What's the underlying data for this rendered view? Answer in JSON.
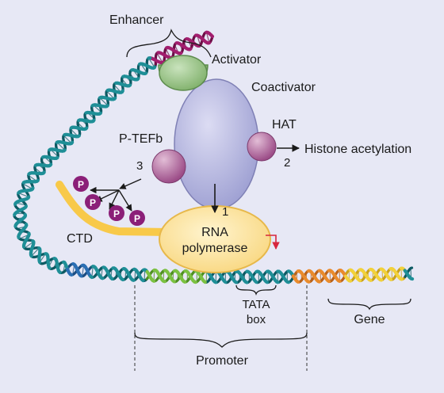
{
  "labels": {
    "enhancer": "Enhancer",
    "activator": "Activator",
    "coactivator": "Coactivator",
    "hat": "HAT",
    "histone_acetylation": "Histone acetylation",
    "ptefb": "P-TEFb",
    "step1": "1",
    "step2": "2",
    "step3": "3",
    "ctd": "CTD",
    "rna": "RNA",
    "polymerase": "polymerase",
    "tata": "TATA",
    "box": "box",
    "gene": "Gene",
    "promoter": "Promoter",
    "phosphate": "P"
  },
  "colors": {
    "background": "#e7e8f5",
    "dna_teal": "#1f8f97",
    "dna_dark": "#0d5a63",
    "enhancer_dna": "#a21e6e",
    "promoter_blue": "#2b6fb3",
    "tata_green": "#7cc142",
    "gene_orange": "#e98b2c",
    "gene_yellow": "#f2d13b",
    "coactivator": "#b7b8e0",
    "activator": "#8ec07c",
    "hat": "#b96aa0",
    "ptefb": "#9a4a8a",
    "polymerase": "#fbe090",
    "polymerase_stroke": "#e7b84a",
    "ctd_tail": "#f8c949",
    "phosphate": "#8b1f78",
    "tss_arrow": "#d7263d"
  }
}
